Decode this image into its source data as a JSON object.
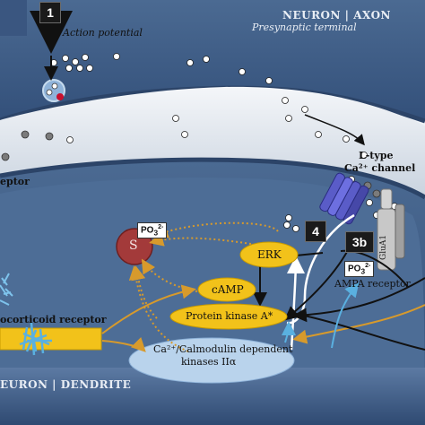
{
  "header": {
    "neuron_axon": "NEURON | AXON",
    "presynaptic": "Presynaptic terminal"
  },
  "labels": {
    "action_potential": "Action potential",
    "l_type_line1": "L-type",
    "l_type_line2": "Ca²⁺ channel",
    "receptor_left": "eptor",
    "erk": "ERK",
    "camp": "cAMP",
    "protein_kinase": "Protein kinase A*",
    "camk_line1": "Ca²⁺/Calmodulin dependent",
    "camk_line2": "kinases IIα",
    "ampa": "AMPA receptor",
    "glua1": "GluA1",
    "s": "S",
    "po3_1": "PO",
    "po3_2": "PO",
    "glucocorticoid": "ocorticoid receptor",
    "dendrite": "EURON | DENDRITE"
  },
  "badges": {
    "b1": "1",
    "b4": "4",
    "b3b": "3b"
  },
  "colors": {
    "neuron_blue": "#3d5a80",
    "cleft_light": "#e8edf3",
    "yellow": "#f2c21a",
    "light_blue_ellipse": "#b9d3ec",
    "s_circle": "#a33a3a",
    "arrow_orange": "#d79a2c",
    "arrow_blue": "#5ab0e0"
  }
}
